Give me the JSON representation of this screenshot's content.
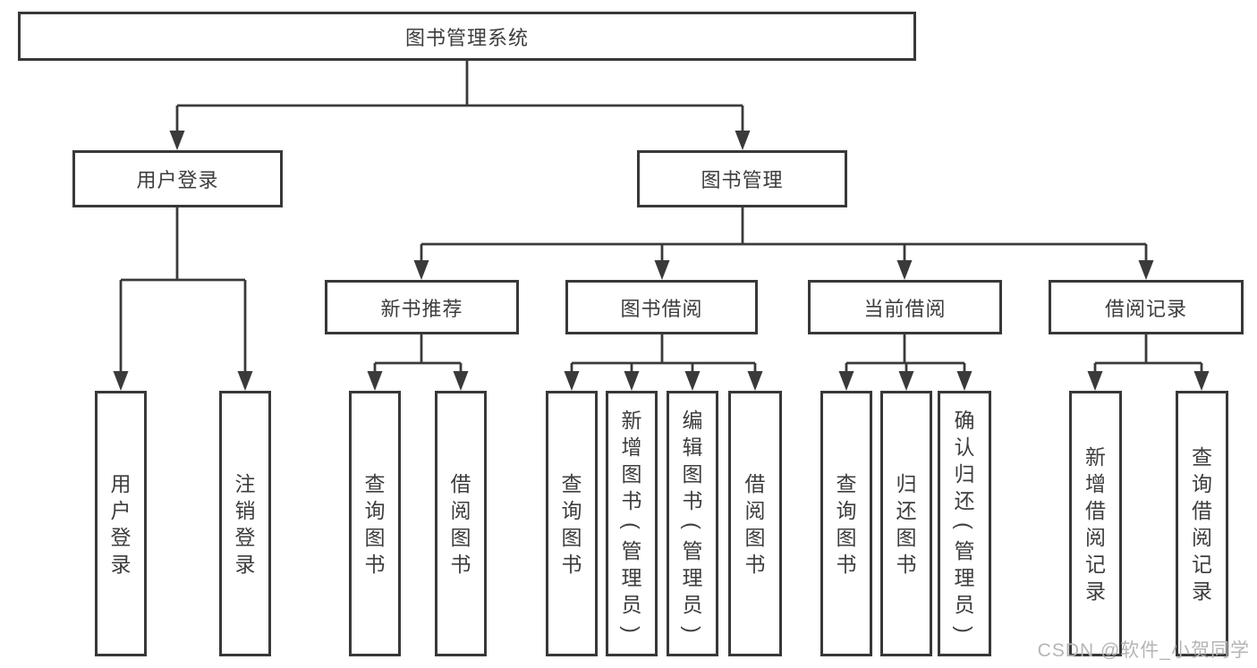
{
  "tree": {
    "root": "图书管理系统",
    "children": [
      {
        "label": "用户登录",
        "children": [
          "用户登录",
          "注销登录"
        ]
      },
      {
        "label": "图书管理",
        "children": [
          {
            "label": "新书推荐",
            "children": [
              "查询图书",
              "借阅图书"
            ]
          },
          {
            "label": "图书借阅",
            "children": [
              "查询图书",
              "新增图书（管理员）",
              "编辑图书（管理员）",
              "借阅图书"
            ]
          },
          {
            "label": "当前借阅",
            "children": [
              "查询图书",
              "归还图书",
              "确认归还（管理员）"
            ]
          },
          {
            "label": "借阅记录",
            "children": [
              "新增借阅记录",
              "查询借阅记录"
            ]
          }
        ]
      }
    ]
  },
  "watermark": {
    "text": "CSDN @软件_小贺同学"
  },
  "colors": {
    "line": "#3a3a3a",
    "text": "#3d3d3d",
    "watermark": "#b5b5b5"
  }
}
